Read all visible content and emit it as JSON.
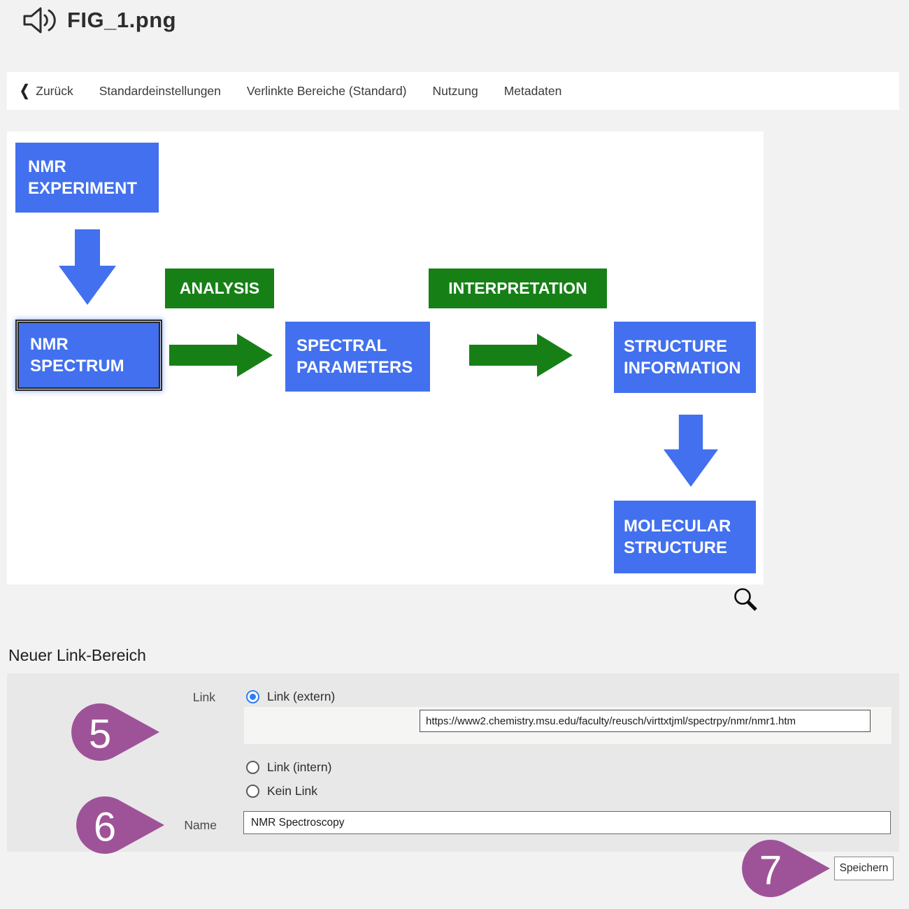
{
  "window": {
    "title": "FIG_1.png"
  },
  "nav": {
    "back_label": "Zurück",
    "items": [
      "Standardeinstellungen",
      "Verlinkte Bereiche (Standard)",
      "Nutzung",
      "Metadaten"
    ]
  },
  "figure": {
    "boxes": {
      "nmr_experiment": {
        "line1": "NMR",
        "line2": "EXPERIMENT"
      },
      "analysis": {
        "label": "ANALYSIS"
      },
      "interpretation": {
        "label": "INTERPRETATION"
      },
      "nmr_spectrum": {
        "line1": "NMR",
        "line2": "SPECTRUM",
        "selected": true
      },
      "spectral_parameters": {
        "line1": "SPECTRAL",
        "line2": "PARAMETERS"
      },
      "structure_information": {
        "line1": "STRUCTURE",
        "line2": "INFORMATION"
      },
      "molecular_structure": {
        "line1": "MOLECULAR",
        "line2": "STRUCTURE"
      }
    },
    "colors": {
      "box_blue": "#4270ee",
      "box_green": "#168016"
    }
  },
  "form": {
    "heading": "Neuer Link-Bereich",
    "link_label": "Link",
    "radio_extern": "Link (extern)",
    "radio_intern": "Link (intern)",
    "radio_none": "Kein Link",
    "url_value": "https://www2.chemistry.msu.edu/faculty/reusch/virttxtjml/spectrpy/nmr/nmr1.htm",
    "name_label": "Name",
    "name_value": "NMR Spectroscopy",
    "save_label": "Speichern"
  },
  "annotations": {
    "step5": "5",
    "step6": "6",
    "step7": "7",
    "color": "#9e5399"
  }
}
